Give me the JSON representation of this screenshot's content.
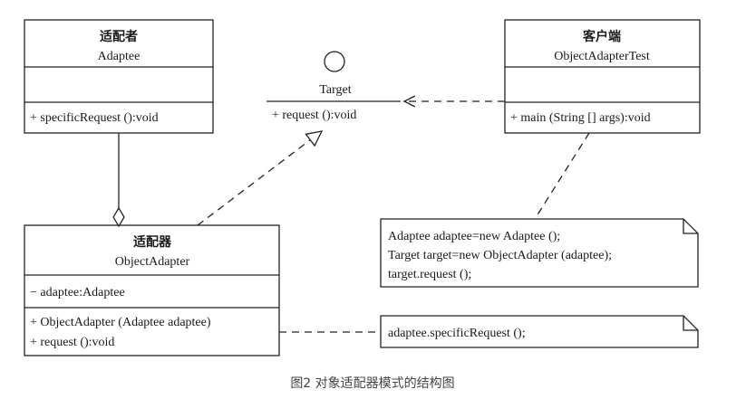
{
  "adaptee": {
    "title_cn": "适配者",
    "title_en": "Adaptee",
    "method": "+ specificRequest ():void"
  },
  "target": {
    "name": "Target",
    "method": "+ request ():void"
  },
  "client": {
    "title_cn": "客户端",
    "title_en": "ObjectAdapterTest",
    "method": "+ main (String [] args):void"
  },
  "adapter": {
    "title_cn": "适配器",
    "title_en": "ObjectAdapter",
    "attribute": "− adaptee:Adaptee",
    "constructor": "+ ObjectAdapter (Adaptee adaptee)",
    "method": "+ request ():void"
  },
  "client_note": {
    "lines": [
      "Adaptee adaptee=new Adaptee ();",
      "Target target=new ObjectAdapter (adaptee);",
      "target.request ();"
    ]
  },
  "adapter_note": {
    "line": "adaptee.specificRequest ();"
  },
  "caption": "图2 对象适配器模式的结构图"
}
